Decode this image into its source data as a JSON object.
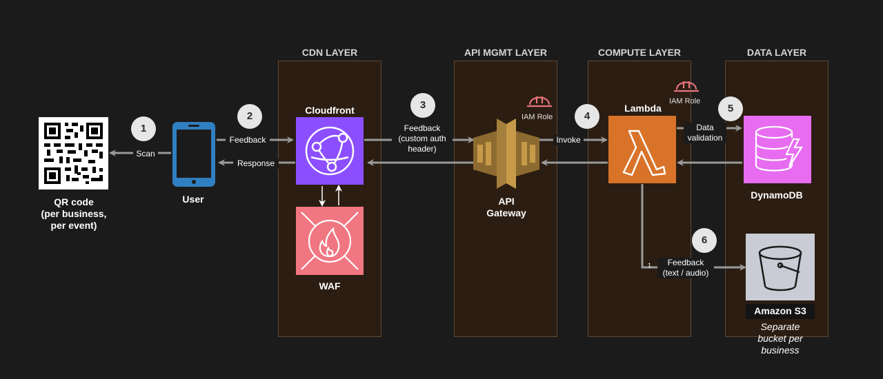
{
  "layers": [
    {
      "key": "cdn",
      "title": "CDN LAYER"
    },
    {
      "key": "api",
      "title": "API MGMT LAYER"
    },
    {
      "key": "compute",
      "title": "COMPUTE LAYER"
    },
    {
      "key": "data",
      "title": "DATA LAYER"
    }
  ],
  "nodes": {
    "qr": {
      "label": "QR code\n(per business,\nper event)"
    },
    "user": {
      "label": "User"
    },
    "cloudfront": {
      "label": "Cloudfront"
    },
    "waf": {
      "label": "WAF"
    },
    "apigw": {
      "label": "API\nGateway"
    },
    "lambda": {
      "label": "Lambda"
    },
    "dynamodb": {
      "label": "DynamoDB"
    },
    "s3": {
      "label": "Amazon S3",
      "note": "Separate\nbucket per\nbusiness"
    }
  },
  "iam": {
    "label": "IAM Role"
  },
  "steps": [
    "1",
    "2",
    "3",
    "4",
    "5",
    "6"
  ],
  "edges": {
    "scan": "Scan",
    "feedback": "Feedback",
    "response": "Response",
    "feedback_auth": "Feedback\n(custom auth\nheader)",
    "invoke": "Invoke",
    "data_validation": "Data\nvalidation",
    "feedback_s3": "Feedback\n(text / audio)",
    "s3_small": "1"
  },
  "colors": {
    "background": "#1c1b1b",
    "layer_fill": "#2b1d12",
    "cloudfront": "#8c4fff",
    "waf": "#f07682",
    "apigw": "#a57f3c",
    "lambda": "#d9732a",
    "dynamodb": "#e76cf0",
    "s3": "#c9ccd4",
    "user_phone": "#2f7fc1",
    "iam": "#e8747c",
    "arrow": "#9a9a9a"
  }
}
